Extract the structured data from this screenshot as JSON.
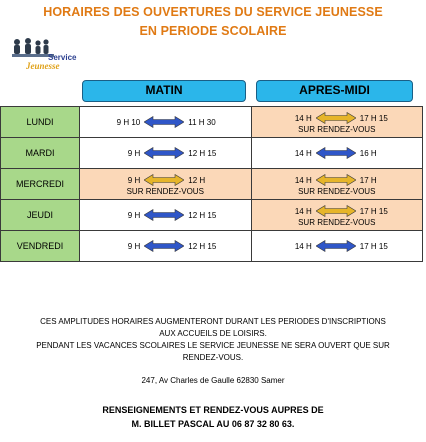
{
  "title_line1": "HORAIRES DES OUVERTURES DU SERVICE JEUNESSE",
  "title_line2": "EN PERIODE SCOLAIRE",
  "logo": {
    "line1": "Service",
    "line2": "Jeunesse"
  },
  "headers": {
    "matin": "MATIN",
    "apres_midi": "APRES-MIDI"
  },
  "colors": {
    "title": "#e07a14",
    "header_bg": "#2bb6ea",
    "day_bg": "#a8d88a",
    "rdv_bg": "#fbd8b8",
    "arrow_blue": "#2f56c8",
    "arrow_gold": "#e6b52a"
  },
  "days": [
    {
      "day": "LUNDI",
      "matin": {
        "from": "9 H 10",
        "to": "11 H 30",
        "note": ""
      },
      "apm": {
        "from": "14 H",
        "to": "17 H 15",
        "note": "SUR RENDEZ-VOUS"
      }
    },
    {
      "day": "MARDI",
      "matin": {
        "from": "9 H",
        "to": "12 H 15",
        "note": ""
      },
      "apm": {
        "from": "14 H",
        "to": "16 H",
        "note": ""
      }
    },
    {
      "day": "MERCREDI",
      "matin": {
        "from": "9 H",
        "to": "12 H",
        "note": "SUR RENDEZ-VOUS"
      },
      "apm": {
        "from": "14 H",
        "to": "17 H",
        "note": "SUR RENDEZ-VOUS"
      }
    },
    {
      "day": "JEUDI",
      "matin": {
        "from": "9 H",
        "to": "12 H 15",
        "note": ""
      },
      "apm": {
        "from": "14 H",
        "to": "17 H 15",
        "note": "SUR RENDEZ-VOUS"
      }
    },
    {
      "day": "VENDREDI",
      "matin": {
        "from": "9 H",
        "to": "12 H 15",
        "note": ""
      },
      "apm": {
        "from": "14 H",
        "to": "17 H 15",
        "note": ""
      }
    }
  ],
  "notes": {
    "line1": "CES AMPLITUDES HORAIRES AUGMENTERONT DURANT LES PERIODES D'INSCRIPTIONS",
    "line2": "AUX ACCUEILS DE LOISIRS.",
    "line3": "PENDANT LES VACANCES SCOLAIRES LE SERVICE JEUNESSE NE SERA OUVERT QUE SUR",
    "line4": "RENDEZ-VOUS."
  },
  "address": "247, Av Charles de Gaulle 62830 Samer",
  "contact": {
    "line1": "RENSEIGNEMENTS ET RENDEZ-VOUS AUPRES DE",
    "line2": "M. BILLET PASCAL AU 06 87 32 80 63."
  }
}
